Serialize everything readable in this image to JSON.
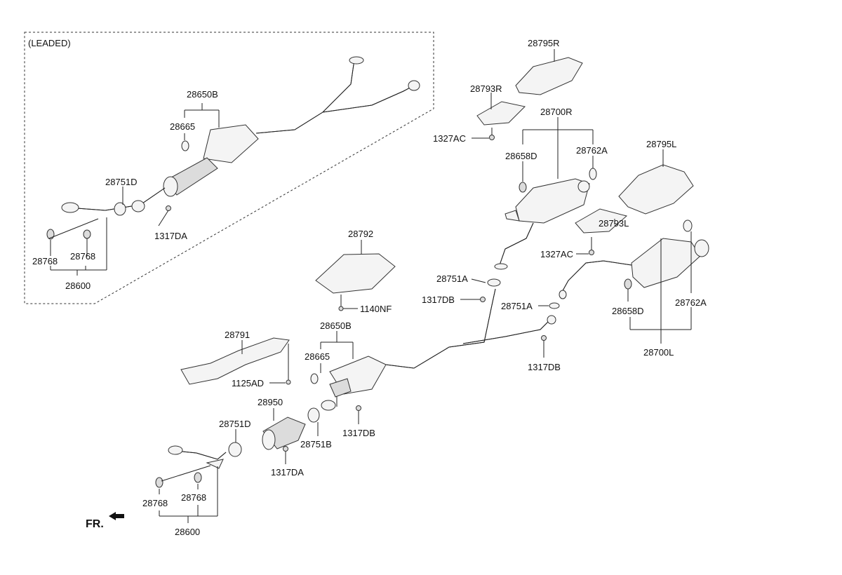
{
  "section_label": "(LEADED)",
  "front_label": "FR.",
  "part_labels": {
    "p28650B_top": "28650B",
    "p28665_top": "28665",
    "p28751D_top": "28751D",
    "p1317DA_top": "1317DA",
    "p28768_top_a": "28768",
    "p28768_top_b": "28768",
    "p28600_top": "28600",
    "p28795R": "28795R",
    "p28793R": "28793R",
    "p1327AC_top": "1327AC",
    "p28700R": "28700R",
    "p28658D_top": "28658D",
    "p28762A_top": "28762A",
    "p28795L": "28795L",
    "p28793L": "28793L",
    "p1327AC_mid": "1327AC",
    "p28792": "28792",
    "p28751A_a": "28751A",
    "p1317DB_a": "1317DB",
    "p1140NF": "1140NF",
    "p28751A_b": "28751A",
    "p28658D_mid": "28658D",
    "p28762A_mid": "28762A",
    "p28700L": "28700L",
    "p28650B_mid": "28650B",
    "p28791": "28791",
    "p28665_mid": "28665",
    "p1317DB_b": "1317DB",
    "p1125AD": "1125AD",
    "p28950": "28950",
    "p28751D_mid": "28751D",
    "p28751B": "28751B",
    "p1317DB_c": "1317DB",
    "p1317DA_mid": "1317DA",
    "p28768_bot_a": "28768",
    "p28768_bot_b": "28768",
    "p28600_bot": "28600"
  }
}
